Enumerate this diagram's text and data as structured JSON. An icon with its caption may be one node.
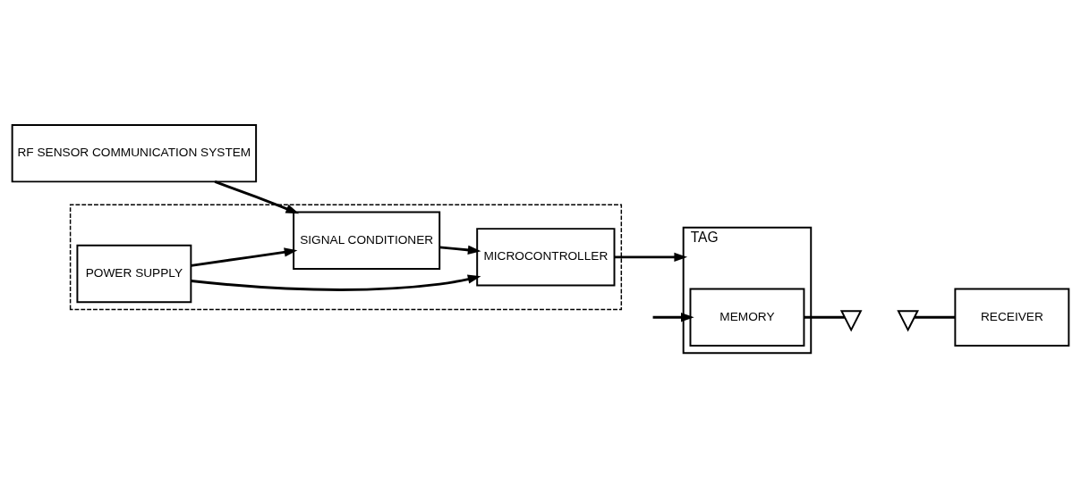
{
  "diagram": {
    "nodes": [
      {
        "text": [
          "RF SENSOR COMMUNICATION SYSTEM"
        ]
      },
      {
        "text": [],
        "shape": "box"
      },
      {
        "text": [
          "SIGNAL CONDITIONER"
        ],
        "in": 1
      },
      {
        "text": [
          "MICROCONTROLLER"
        ],
        "in": 1
      },
      {
        "text": [
          "POWER SUPPLY"
        ],
        "in": 1
      },
      {
        "text": [
          "TAG"
        ]
      },
      {
        "text": [
          "MEMORY"
        ],
        "in": 5
      },
      {
        "text": [],
        "shape": "antenna"
      },
      {
        "text": [],
        "shape": "antenna"
      },
      {
        "text": [
          "RECEIVER"
        ]
      }
    ],
    "edges": [
      {
        "from": 0,
        "to": 2,
        "arrow": "to"
      },
      {
        "from": 2,
        "to": 3,
        "arrow": "to"
      },
      {
        "from": 3,
        "to": 5,
        "arrow": "to"
      },
      {
        "from": 4,
        "to": 2,
        "arrow": "to"
      },
      {
        "from": 4,
        "to": 3,
        "arrow": "to"
      },
      {
        "from": null,
        "to": 6,
        "arrow": "to"
      },
      {
        "from": 6,
        "to": 7,
        "arrow": "none"
      },
      {
        "from": 8,
        "to": 9,
        "arrow": "none"
      }
    ]
  }
}
